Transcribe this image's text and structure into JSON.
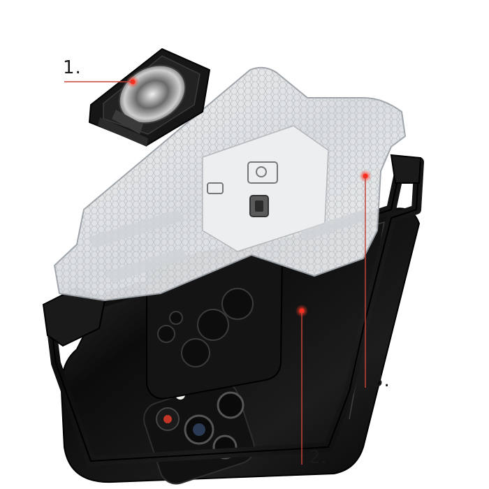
{
  "callouts": {
    "one": "1.",
    "two": "2.",
    "three": "3."
  },
  "colors": {
    "accent_red": "#d8342a",
    "leader_line": "#c8433a",
    "phone_black": "#0c0c0c",
    "bumper_black": "#151515",
    "clear_panel": "#e6e8ea"
  }
}
